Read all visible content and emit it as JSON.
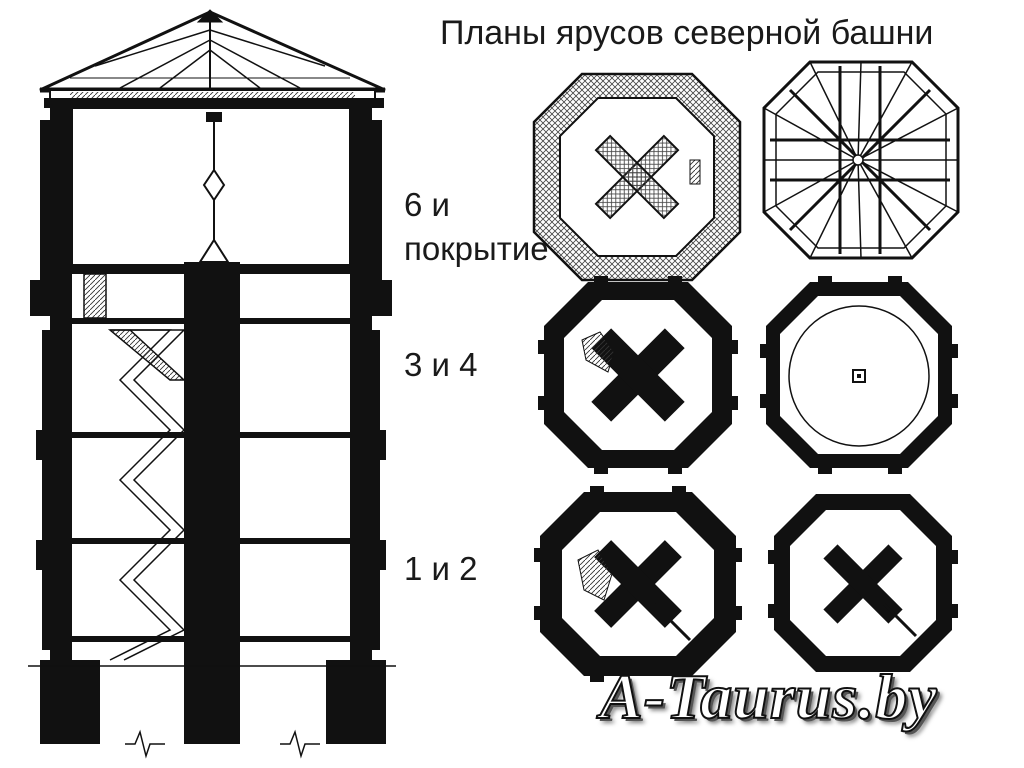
{
  "title": "Планы ярусов северной башни",
  "tier_labels": {
    "tier_6_line1": "6 и",
    "tier_6_line2": "покрытие",
    "tier_3_4": "3 и 4",
    "tier_1_2": "1 и 2"
  },
  "watermark": "A-Taurus.by",
  "colors": {
    "ink": "#111111",
    "hatch": "#777777",
    "paper": "#ffffff"
  }
}
